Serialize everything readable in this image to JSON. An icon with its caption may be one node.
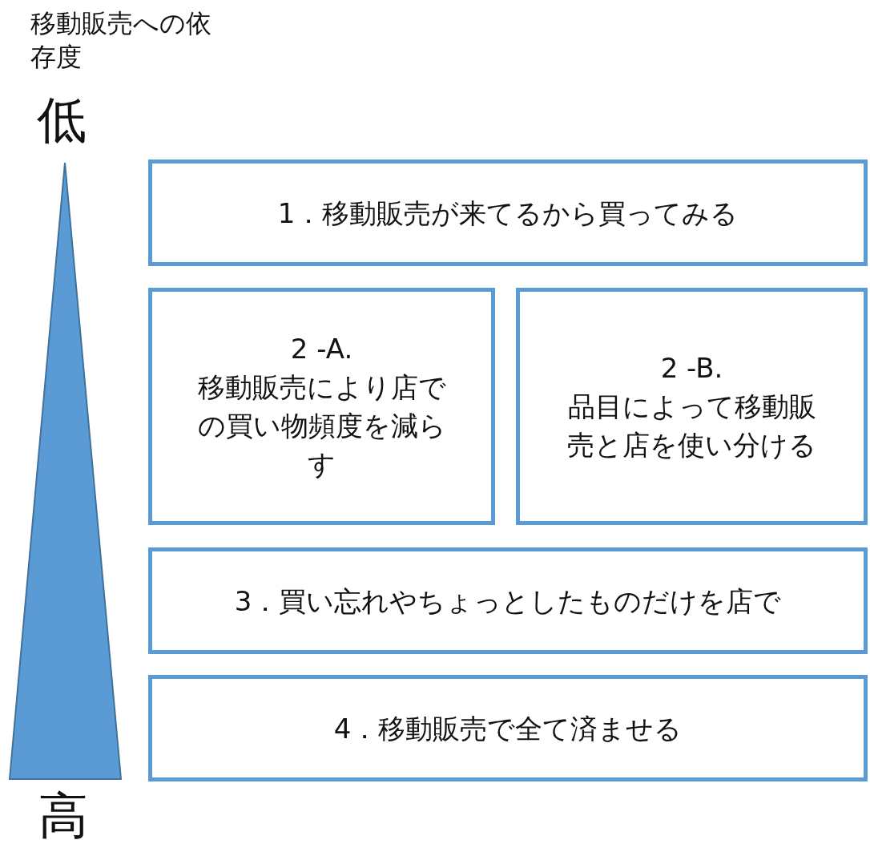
{
  "diagram": {
    "nodes": [
      {
        "text": [
          "1．移動販売が来てるから買ってみる"
        ]
      },
      {
        "text": [
          "2 -A.",
          "移動販売により店での買い物頻度を減らす"
        ]
      },
      {
        "text": [
          "2 -B.",
          "品目によって移動販売と店を使い分ける"
        ]
      },
      {
        "text": [
          "3．買い忘れやちょっとしたものだけを店で"
        ]
      },
      {
        "text": [
          "4．移動販売で全て済ませる"
        ]
      }
    ],
    "labels": [
      "移動販売への依存度",
      "低",
      "高"
    ]
  }
}
